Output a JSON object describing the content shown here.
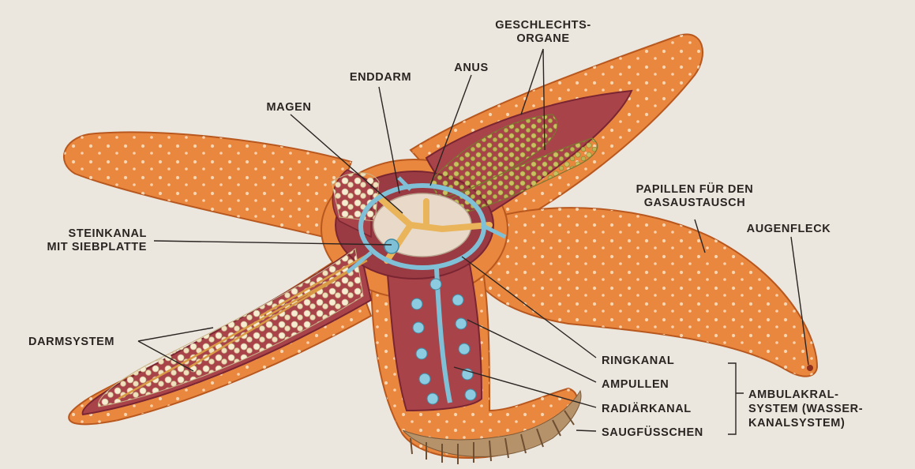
{
  "labels": {
    "geschlechtsorgane": [
      "GESCHLECHTS-",
      "ORGANE"
    ],
    "anus": "ANUS",
    "enddarm": "ENDDARM",
    "magen": "MAGEN",
    "steinkanal": [
      "STEINKANAL",
      "MIT SIEBPLATTE"
    ],
    "darmsystem": "DARMSYSTEM",
    "papillen": [
      "PAPILLEN FÜR DEN",
      "GASAUSTAUSCH"
    ],
    "augenfleck": "AUGENFLECK",
    "ringkanal": "RINGKANAL",
    "ampullen": "AMPULLEN",
    "radiaerkanal": "RADIÄRKANAL",
    "saugfuesschen": "SAUGFÜSSCHEN",
    "ambulakral": [
      "AMBULAKRAL-",
      "SYSTEM (WASSER-",
      "KANALSYSTEM)"
    ]
  },
  "colors": {
    "background": "#ebe6de",
    "skin": "#e9873f",
    "skin_dark": "#c1612a",
    "interior": "#a9434a",
    "interior_dark": "#7a2532",
    "gonad": "#b2aa4a",
    "intestine": "#f1e6c4",
    "water_vascular": "#7fc0d6",
    "stomach": "#e8d9c9",
    "text": "#2b2522"
  }
}
